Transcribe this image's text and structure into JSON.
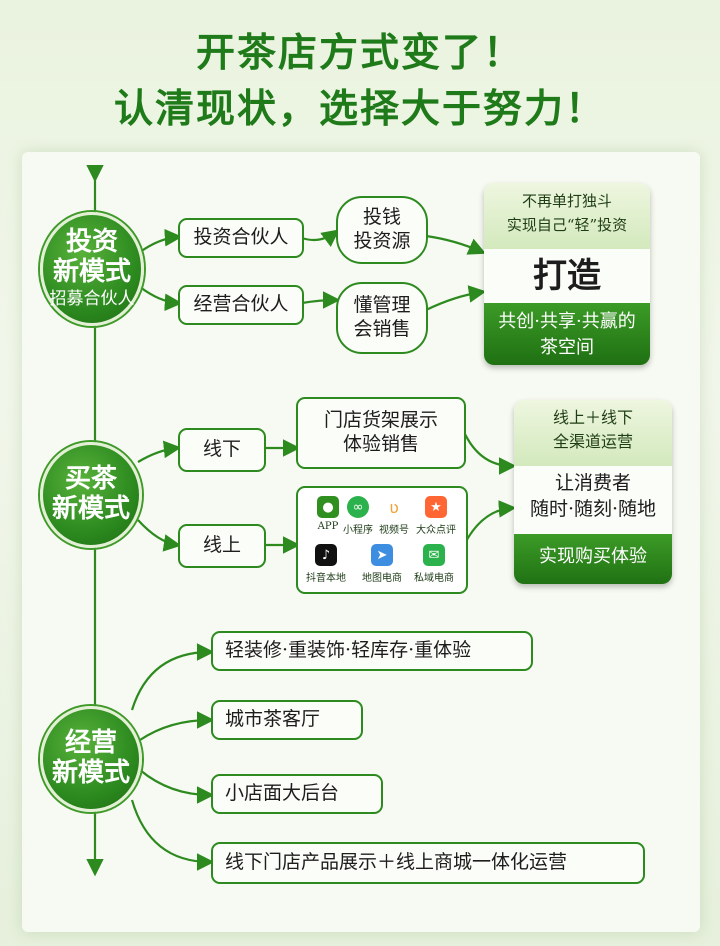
{
  "title": {
    "line1": "开茶店方式变了！",
    "line2": "认清现状，选择大于努力！"
  },
  "invest": {
    "circle": {
      "line1": "投资",
      "line2": "新模式",
      "sub": "招募合伙人"
    },
    "partner1": "投资合伙人",
    "partner2": "经营合伙人",
    "oval1": {
      "line1": "投钱",
      "line2": "投资源"
    },
    "oval2": {
      "line1": "懂管理",
      "line2": "会销售"
    },
    "card": {
      "top1": "不再单打独斗",
      "top2": "实现自己“轻”投资",
      "mid": "打造",
      "bot1": "共创·共享·共赢的",
      "bot2": "茶空间"
    }
  },
  "buy": {
    "circle": {
      "line1": "买茶",
      "line2": "新模式"
    },
    "offline": "线下",
    "online": "线上",
    "store": {
      "line1": "门店货架展示",
      "line2": "体验销售"
    },
    "apps": [
      {
        "label": "APP",
        "icon": "app-icon",
        "color": "#2f8f1f"
      },
      {
        "label": "小程序",
        "icon": "mini-program-icon",
        "color": "#2bb24c"
      },
      {
        "label": "视频号",
        "icon": "channels-icon",
        "color": "#f2a33a"
      },
      {
        "label": "大众点评",
        "icon": "dianping-icon",
        "color": "#ff6633"
      },
      {
        "label": "抖音本地",
        "icon": "douyin-icon",
        "color": "#111111"
      },
      {
        "label": "地图电商",
        "icon": "map-icon",
        "color": "#3d8de0"
      },
      {
        "label": "私域电商",
        "icon": "wechat-icon",
        "color": "#2bb24c"
      }
    ],
    "card": {
      "top1": "线上＋线下",
      "top2": "全渠道运营",
      "mid1": "让消费者",
      "mid2": "随时·随刻·随地",
      "bot": "实现购买体验"
    }
  },
  "operate": {
    "circle": {
      "line1": "经营",
      "line2": "新模式"
    },
    "items": [
      "轻装修·重装饰·轻库存·重体验",
      "城市茶客厅",
      "小店面大后台",
      "线下门店产品展示＋线上商城一体化运营"
    ]
  }
}
